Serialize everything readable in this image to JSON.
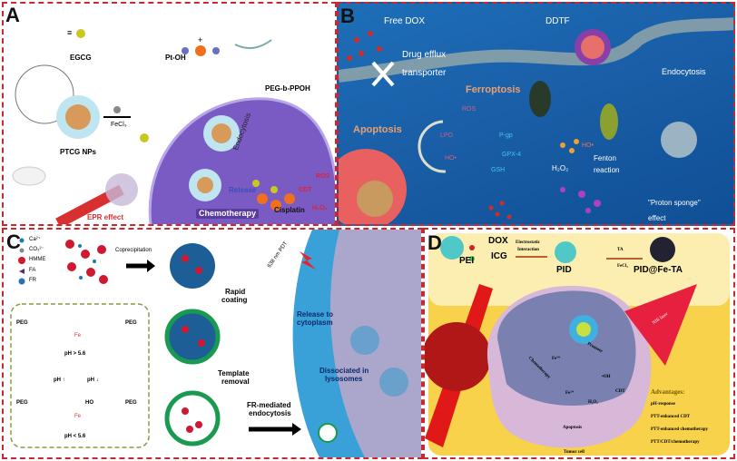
{
  "panel_a": {
    "letter": "A",
    "egcg": "EGCG",
    "pt_oh": "Pt-OH",
    "peg_b_ppoh": "PEG-b-PPOH",
    "equiv": "≡",
    "plus": "+",
    "fecl3": "FeCl₃",
    "ptcg_nps": "PTCG NPs",
    "endocytosis": "Endocytosis",
    "release": "Release",
    "cdt": "CDT",
    "ros": "ROS",
    "h2o2": "H₂O₂",
    "cisplatin": "Cisplatin",
    "chemotherapy": "Chemotherapy",
    "epr_effect": "EPR effect"
  },
  "panel_b": {
    "letter": "B",
    "free_dox": "Free DOX",
    "ddtf": "DDTF",
    "drug_efflux": "Drug efflux",
    "transporter": "transporter",
    "endocytosis": "Endocytosis",
    "ferroptosis": "Ferroptosis",
    "apoptosis": "Apoptosis",
    "ros": "ROS",
    "lpo": "LPO",
    "pgp": "P-gp",
    "gpx4": "GPX-4",
    "ho_left": "HO•",
    "gsh": "GSH",
    "ho_right": "HO•",
    "h2o2": "H₂O₂",
    "fenton": "Fenton",
    "reaction": "reaction",
    "proton_sponge": "\"Proton sponge\"",
    "effect": "effect"
  },
  "panel_c": {
    "letter": "C",
    "legend": [
      "Ca²⁺",
      "CO₃²⁻",
      "HMME",
      "FA",
      "FR"
    ],
    "coprecipitation": "Coprecipitation",
    "rapid_coating": [
      "Rapid",
      "coating"
    ],
    "template_removal": [
      "Template",
      "removal"
    ],
    "fr_endocytosis": [
      "FR-mediated",
      "endocytosis"
    ],
    "pdt": "638 nm PDT",
    "release_cytoplasm": [
      "Release to",
      "cytoplasm"
    ],
    "dissociated": [
      "Dissociated in",
      "lysosomes"
    ],
    "peg": "PEG",
    "fe": "Fe",
    "ph_gt": "pH > 5.6",
    "ph_lt": "pH < 5.6",
    "ph_up": "pH ↑",
    "ph_down": "pH ↓",
    "ho": "HO"
  },
  "panel_d": {
    "letter": "D",
    "dox": "DOX",
    "icg": "ICG",
    "pei": "PEI",
    "electrostatic": [
      "Electrostatic",
      "Interaction"
    ],
    "pid": "PID",
    "ta": "TA",
    "fecl3": "FeCl₃",
    "pid_fe_ta": "PID@Fe-TA",
    "nir_laser": "NIR laser",
    "promote": "Promote",
    "chemotherapy": "Chemotherapy",
    "fe3": "Fe³⁺",
    "fe2": "Fe²⁺",
    "oh": "•OH",
    "cdt": "CDT",
    "h2o2": "H₂O₂",
    "apoptosis": "Apoptosis",
    "tumor_cell": "Tumor cell",
    "advantages_title": "Advantages:",
    "advantages": [
      "pH-response",
      "PTT-enhanced CDT",
      "PTT-enhanced chemotherapy",
      "PTT/CDT/chemotherapy"
    ]
  },
  "colors": {
    "border": "#c8282e",
    "panel_b_bg": "#1a5fa8",
    "panel_d_bg": "#f7d24a",
    "cell_purple": "#7a5bc4"
  }
}
